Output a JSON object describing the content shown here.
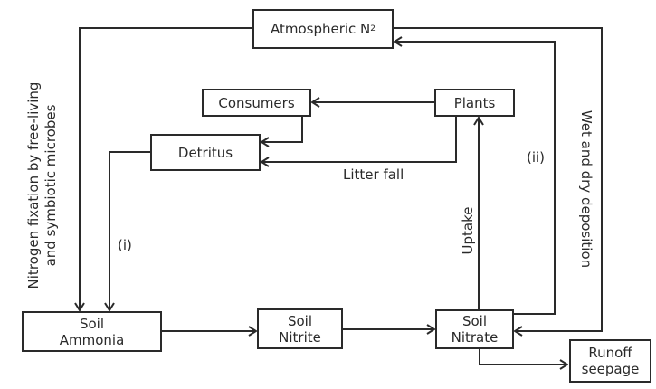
{
  "nodes": {
    "atmospheric": {
      "label": "Atmospheric N",
      "sub": "2"
    },
    "consumers": {
      "label": "Consumers"
    },
    "plants": {
      "label": "Plants"
    },
    "detritus": {
      "label": "Detritus"
    },
    "soil_ammonia": {
      "line1": "Soil",
      "line2": "Ammonia"
    },
    "soil_nitrite": {
      "line1": "Soil",
      "line2": "Nitrite"
    },
    "soil_nitrate": {
      "line1": "Soil",
      "line2": "Nitrate"
    },
    "runoff": {
      "line1": "Runoff",
      "line2": "seepage"
    }
  },
  "edges": {
    "fixation_line1": "Nitrogen fixation by free-living",
    "fixation_line2": "and symbiotic microbes",
    "litter_fall": "Litter fall",
    "uptake": "Uptake",
    "wet_dry": "Wet and dry deposition",
    "label_i": "(i)",
    "label_ii": "(ii)"
  }
}
